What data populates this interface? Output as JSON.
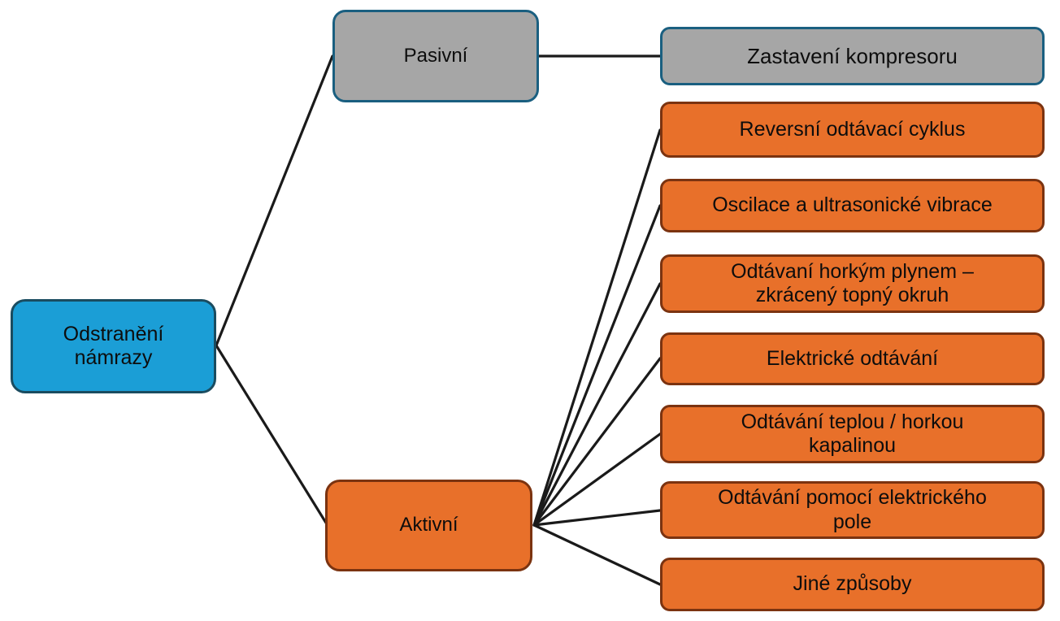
{
  "diagram": {
    "title": "Odstranění námrazy",
    "colors": {
      "root_fill": "#1b9ed6",
      "root_border": "#1a4c60",
      "passive_fill": "#a6a6a6",
      "passive_border": "#1a5f80",
      "active_fill": "#e8702a",
      "active_border": "#7b3310",
      "edge": "#1a1a1a",
      "background": "#ffffff",
      "text": "#0d0d0d"
    },
    "root": {
      "label": "Odstraněnínámrazy",
      "line1": "Odstranění",
      "line2": "námrazy"
    },
    "branches": [
      {
        "id": "passive",
        "label": "Pasivní"
      },
      {
        "id": "active",
        "label": "Aktivní"
      }
    ],
    "passive_leaves": [
      {
        "label": "Zastavení kompresoru"
      }
    ],
    "active_leaves": [
      {
        "line1": "Reversní odtávací cyklus",
        "line2": ""
      },
      {
        "line1": "Oscilace a ultrasonické vibrace",
        "line2": ""
      },
      {
        "line1": "Odtávaní horkým plynem –",
        "line2": "zkrácený topný okruh"
      },
      {
        "line1": "Elektrické odtávání",
        "line2": ""
      },
      {
        "line1": "Odtávání teplou / horkou",
        "line2": "kapalinou"
      },
      {
        "line1": "Odtávání pomocí elektrického",
        "line2": "pole"
      },
      {
        "line1": "Jiné způsoby",
        "line2": ""
      }
    ]
  }
}
